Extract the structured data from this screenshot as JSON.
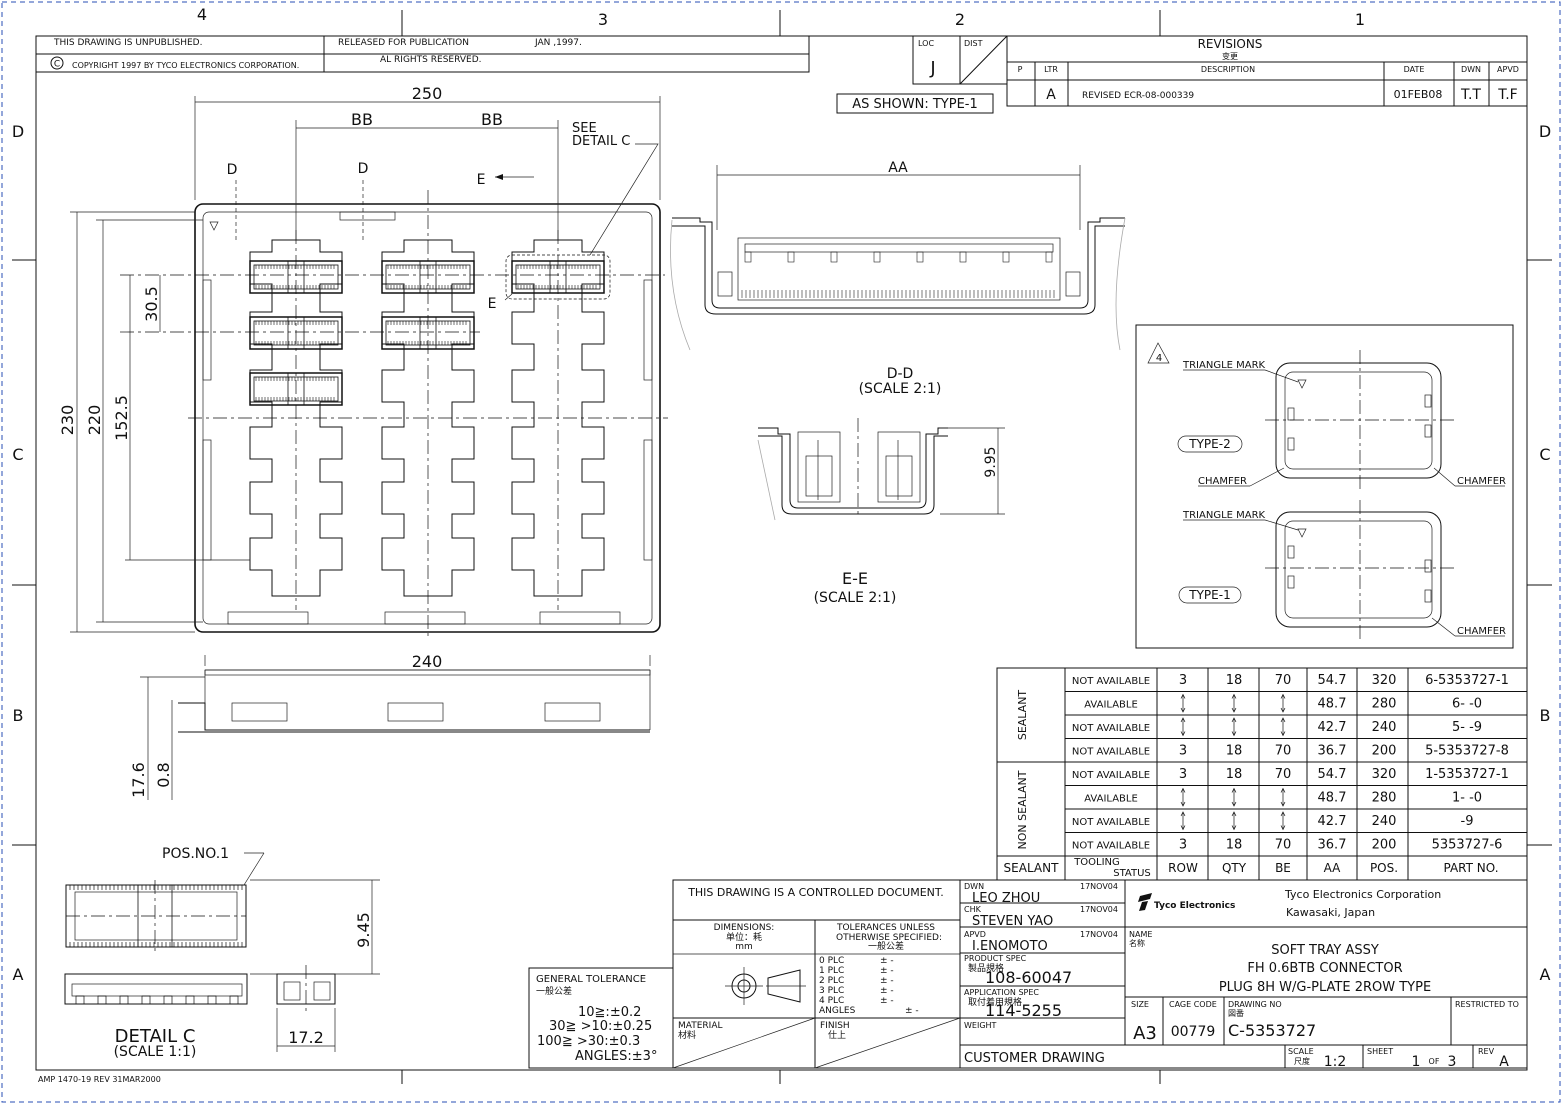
{
  "zones": {
    "cols": [
      "4",
      "3",
      "2",
      "1"
    ],
    "rows": [
      "D",
      "C",
      "B",
      "A"
    ]
  },
  "title_strip": {
    "unpublished": "THIS DRAWING IS UNPUBLISHED.",
    "released": "RELEASED FOR PUBLICATION",
    "release_date": "JAN ,1997.",
    "copyright_symbol": "C",
    "copyright": "COPYRIGHT    1997      BY TYCO ELECTRONICS CORPORATION.",
    "rights": "AL  RIGHTS RESERVED."
  },
  "loc_dist": {
    "loc_label": "LOC",
    "loc_value": "J",
    "dist_label": "DIST"
  },
  "revisions": {
    "title": "REVISIONS",
    "title_cn": "变更",
    "headers": {
      "p": "P",
      "ltr": "LTR",
      "description": "DESCRIPTION",
      "date": "DATE",
      "dwn": "DWN",
      "apvd": "APVD"
    },
    "row": {
      "ltr": "A",
      "description": "REVISED      ECR-08-000339",
      "date": "01FEB08",
      "dwn": "T.T",
      "apvd": "T.F"
    }
  },
  "as_shown": "AS SHOWN: TYPE-1",
  "plan_view": {
    "dim_250": "250",
    "dim_bb1": "BB",
    "dim_bb2": "BB",
    "see_detail": "SEE",
    "see_detail_2": "DETAIL  C",
    "section_d": "D",
    "section_e": "E",
    "dim_230": "230",
    "dim_220": "220",
    "dim_152": "152.5",
    "dim_30": "30.5"
  },
  "side_view": {
    "dim_240": "240",
    "dim_17_6": "17.6",
    "dim_0_8": "0.8"
  },
  "section_dd": {
    "dim_aa": "AA",
    "title": "D-D",
    "scale": "(SCALE 2:1)"
  },
  "section_ee": {
    "dim_995": "9.95",
    "title": "E-E",
    "scale": "(SCALE 2:1)"
  },
  "detail_c": {
    "pos": "POS.NO.1",
    "dim_945": "9.45",
    "dim_172": "17.2",
    "title": "DETAIL  C",
    "scale": "(SCALE 1:1)"
  },
  "type_box": {
    "note": "4",
    "triangle_mark_1": "TRIANGLE MARK",
    "type_2": "TYPE-2",
    "chamfer_1": "CHAMFER",
    "chamfer_2": "CHAMFER",
    "triangle_mark_2": "TRIANGLE MARK",
    "type_1": "TYPE-1",
    "chamfer_3": "CHAMFER"
  },
  "part_table": {
    "group_sealant": "SEALANT",
    "group_non_sealant": "NON SEALANT",
    "rows": [
      [
        "NOT AVAILABLE",
        "3",
        "18",
        "70",
        "54.7",
        "320",
        "6-5353727-1"
      ],
      [
        "AVAILABLE",
        "",
        "",
        "",
        "48.7",
        "280",
        "6-          -0"
      ],
      [
        "NOT AVAILABLE",
        "",
        "",
        "",
        "42.7",
        "240",
        "5-          -9"
      ],
      [
        "NOT AVAILABLE",
        "3",
        "18",
        "70",
        "36.7",
        "200",
        "5-5353727-8"
      ],
      [
        "NOT AVAILABLE",
        "3",
        "18",
        "70",
        "54.7",
        "320",
        "1-5353727-1"
      ],
      [
        "AVAILABLE",
        "",
        "",
        "",
        "48.7",
        "280",
        "1-          -0"
      ],
      [
        "NOT AVAILABLE",
        "",
        "",
        "",
        "42.7",
        "240",
        "          -9"
      ],
      [
        "NOT AVAILABLE",
        "3",
        "18",
        "70",
        "36.7",
        "200",
        "5353727-6"
      ]
    ],
    "headers": [
      "SEALANT",
      "TOOLING",
      "STATUS",
      "ROW",
      "QTY",
      "BE",
      "AA",
      "POS.",
      "PART NO."
    ]
  },
  "general_tolerance": {
    "title": "GENERAL TOLERANCE",
    "title_cn": "一般公差",
    "l1": "10≧:±0.2",
    "l2": "30≧   >10:±0.25",
    "l3": "100≧   >30:±0.3",
    "l4": "ANGLES:±3°"
  },
  "controlled": {
    "notice": "THIS DRAWING IS A CONTROLLED DOCUMENT.",
    "dimensions": "DIMENSIONS:",
    "dim_unit_cn": "单位：耗",
    "dim_unit": "mm",
    "tolerances": "TOLERANCES UNLESS",
    "otherwise": "OTHERWISE SPECIFIED:",
    "tol_cn": "一般公差",
    "plc": [
      "0  PLC",
      "1  PLC",
      "2  PLC",
      "3  PLC",
      "4  PLC",
      "ANGLES"
    ],
    "plc_vals": [
      "±  -",
      "±  -",
      "±  -",
      "±  -",
      "±  -",
      "±  -"
    ],
    "material": "MATERIAL",
    "material_cn": "材料",
    "finish": "FINISH",
    "finish_cn": "仕上"
  },
  "people": {
    "dwn_label": "DWN",
    "dwn": "LEO ZHOU",
    "dwn_date": "17NOV04",
    "chk_label": "CHK",
    "chk": "STEVEN YAO",
    "chk_date": "17NOV04",
    "apvd_label": "APVD",
    "apvd": "I.ENOMOTO",
    "apvd_date": "17NOV04",
    "product_spec_label": "PRODUCT SPEC",
    "product_spec_cn": "製品規格",
    "product_spec": "108-60047",
    "app_spec_label": "APPLICATION SPEC",
    "app_spec_cn": "取付着用規格",
    "app_spec": "114-5255",
    "weight_label": "WEIGHT"
  },
  "company": {
    "logo": "Tyco Electronics",
    "name": "Tyco Electronics Corporation",
    "location": "Kawasaki, Japan",
    "name_label": "NAME",
    "name_cn": "名称",
    "title1": "SOFT TRAY ASSY",
    "title2": "FH 0.6BTB CONNECTOR",
    "title3": "PLUG 8H W/G-PLATE 2ROW TYPE",
    "size_label": "SIZE",
    "size": "A3",
    "cage_label": "CAGE CODE",
    "cage": "00779",
    "dwg_label": "DRAWING NO",
    "dwg_cn": "図番",
    "dwg": "C-5353727",
    "restricted": "RESTRICTED TO",
    "customer": "CUSTOMER DRAWING",
    "scale_label": "SCALE",
    "scale_cn": "尺度",
    "scale": "1:2",
    "sheet_label": "SHEET",
    "sheet": "1",
    "sheet_of": "OF",
    "sheet_total": "3",
    "rev_label": "REV",
    "rev": "A"
  },
  "form_no": "AMP 1470-19 REV 31MAR2000"
}
